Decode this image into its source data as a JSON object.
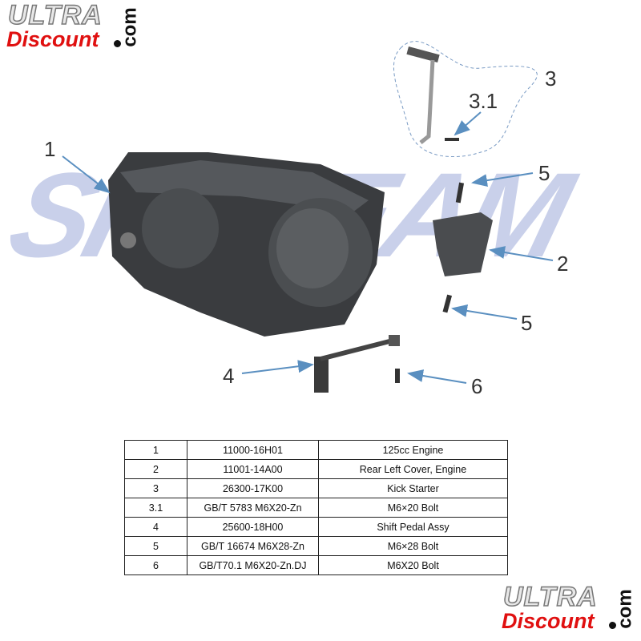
{
  "logo_top": {
    "brand": "ULTRA",
    "name": "Discount",
    "tld": "com"
  },
  "logo_bottom": {
    "brand": "ULTRA",
    "name": "Discount",
    "tld": "com"
  },
  "watermark": "SKYTEAM",
  "callouts": [
    "1",
    "2",
    "3",
    "3.1",
    "4",
    "5",
    "5",
    "6"
  ],
  "parts_table": {
    "rows": [
      {
        "no": "1",
        "part": "11000-16H01",
        "desc": "125cc Engine"
      },
      {
        "no": "2",
        "part": "11001-14A00",
        "desc": "Rear Left Cover, Engine"
      },
      {
        "no": "3",
        "part": "26300-17K00",
        "desc": "Kick Starter"
      },
      {
        "no": "3.1",
        "part": "GB/T 5783 M6X20-Zn",
        "desc": "M6×20 Bolt"
      },
      {
        "no": "4",
        "part": "25600-18H00",
        "desc": "Shift Pedal Assy"
      },
      {
        "no": "5",
        "part": "GB/T 16674 M6X28-Zn",
        "desc": "M6×28 Bolt"
      },
      {
        "no": "6",
        "part": "GB/T70.1 M6X20-Zn.DJ",
        "desc": "M6X20 Bolt"
      }
    ]
  }
}
